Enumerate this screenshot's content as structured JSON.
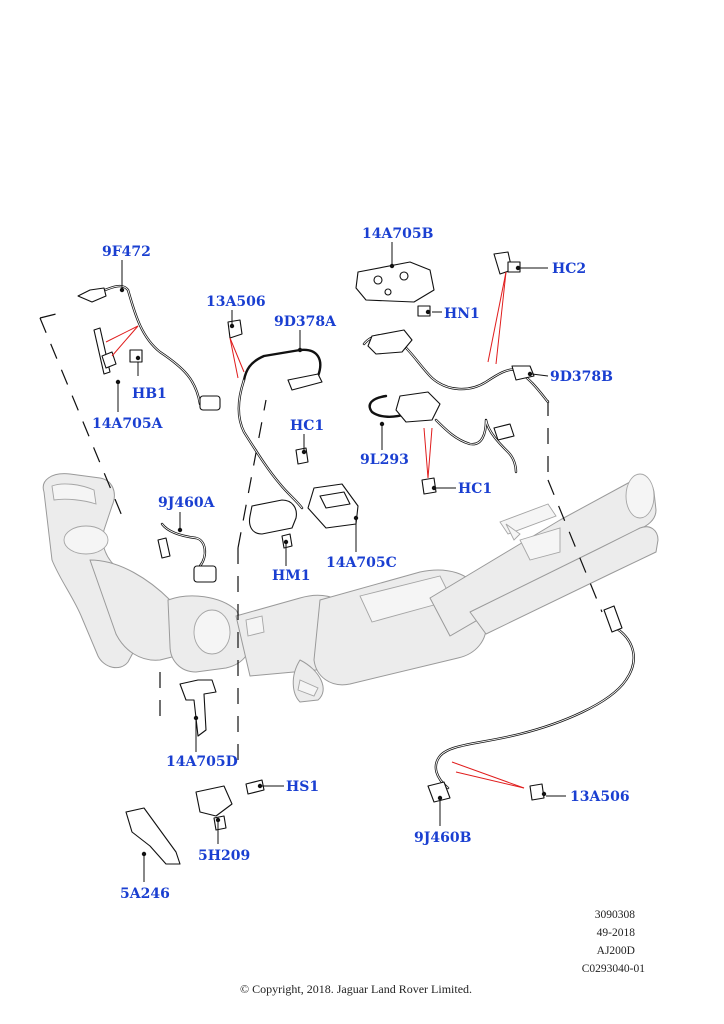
{
  "diagram": {
    "callouts": {
      "9F472": "9F472",
      "HB1": "HB1",
      "14A705A": "14A705A",
      "13A506_top": "13A506",
      "9D378A": "9D378A",
      "HC1_mid": "HC1",
      "HM1": "HM1",
      "14A705C": "14A705C",
      "14A705B": "14A705B",
      "HC2": "HC2",
      "HN1": "HN1",
      "9D378B": "9D378B",
      "9L293": "9L293",
      "HC1_right": "HC1",
      "9J460A": "9J460A",
      "14A705D": "14A705D",
      "HS1": "HS1",
      "5H209": "5H209",
      "5A246": "5A246",
      "13A506_bottom": "13A506",
      "9J460B": "9J460B"
    },
    "meta_lines": [
      "3090308",
      "49-2018",
      "AJ200D",
      "C0293040-01"
    ],
    "copyright": "© Copyright, 2018. Jaguar Land Rover Limited."
  }
}
